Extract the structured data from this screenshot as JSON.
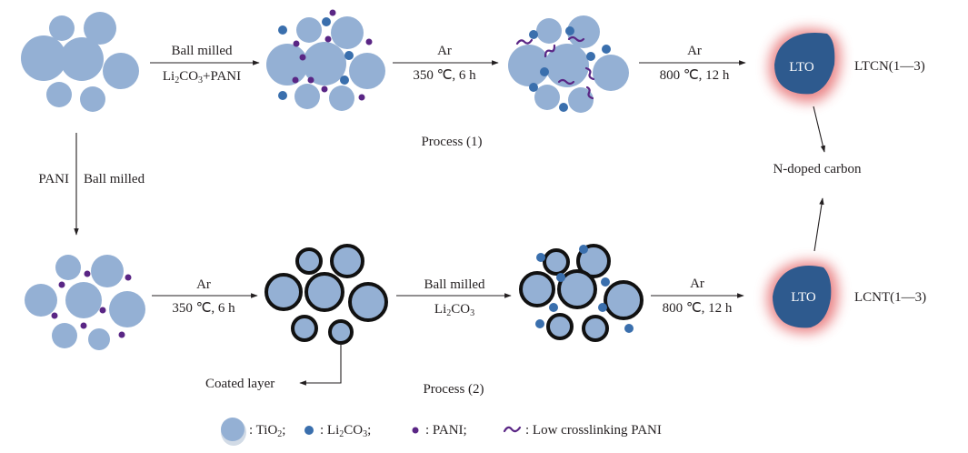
{
  "figure": {
    "process1_label": "Process (1)",
    "process2_label": "Process (2)",
    "step1": {
      "top": "Ball milled",
      "bottom_prefix": "Li",
      "bottom_sub1": "2",
      "bottom_mid": "CO",
      "bottom_sub2": "3",
      "bottom_suffix": "+PANI"
    },
    "step2": {
      "top": "Ar",
      "bottom": "350 ℃, 6 h"
    },
    "step3": {
      "top": "Ar",
      "bottom": "800 ℃, 12 h"
    },
    "down_step": {
      "left": "PANI",
      "right": "Ball milled"
    },
    "step4": {
      "top": "Ar",
      "bottom": "350 ℃, 6 h"
    },
    "step5": {
      "top": "Ball milled",
      "bottom_prefix": "Li",
      "bottom_sub1": "2",
      "bottom_mid": "CO",
      "bottom_sub2": "3"
    },
    "step6": {
      "top": "Ar",
      "bottom": "800 ℃, 12 h"
    },
    "product_top": {
      "core": "LTO",
      "name": "LTCN(1—3)"
    },
    "product_bottom": {
      "core": "LTO",
      "name": "LCNT(1—3)"
    },
    "shared_label": "N-doped carbon",
    "coated_label": "Coated layer",
    "legend": [
      {
        "key": "tio2",
        "text_prefix": ": TiO",
        "sub": "2",
        "text_suffix": ";"
      },
      {
        "key": "li2co3",
        "text_prefix": ": Li",
        "sub": "2",
        "text_mid": "CO",
        "sub2": "3",
        "text_suffix": ";"
      },
      {
        "key": "pani",
        "text_prefix": ": PANI;"
      },
      {
        "key": "low-crosslinking-pani",
        "text_prefix": ": Low crosslinking PANI"
      }
    ],
    "colors": {
      "tio2": "#94b0d4",
      "li2co3": "#3a6fad",
      "pani": "#5a2685",
      "lto_core": "#2e5a8e",
      "carbon_glow": "#e8787a"
    }
  }
}
